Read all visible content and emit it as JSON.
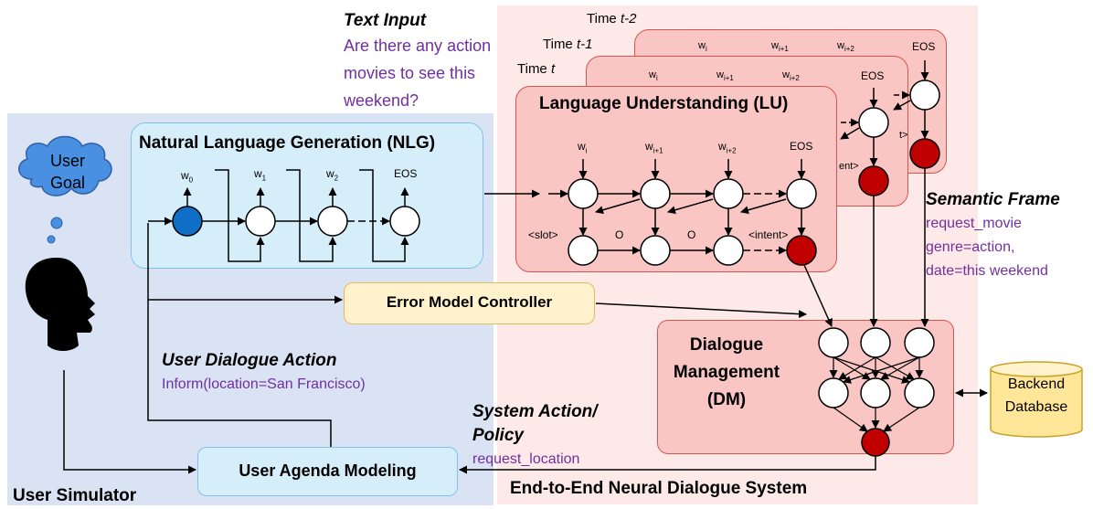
{
  "user_simulator": {
    "title": "User Simulator",
    "goal_bubble": "User Goal",
    "nlg_title": "Natural Language Generation (NLG)",
    "nlg_words": [
      "w",
      "w",
      "w",
      "EOS"
    ],
    "nlg_subscripts": [
      "0",
      "1",
      "2",
      ""
    ],
    "user_dialogue_action_title": "User Dialogue Action",
    "user_dialogue_action_value": "Inform(location=San Francisco)",
    "agenda_label": "User Agenda Modeling"
  },
  "error_model": {
    "label": "Error Model Controller"
  },
  "text_input": {
    "title": "Text Input",
    "lines": [
      "Are there any action",
      "movies to see this",
      "weekend?"
    ]
  },
  "system": {
    "title": "End-to-End Neural Dialogue System",
    "time_labels": [
      {
        "prefix": "Time ",
        "var": "t-2"
      },
      {
        "prefix": "Time ",
        "var": "t-1"
      },
      {
        "prefix": "Time ",
        "var": "t"
      }
    ],
    "lu_title": "Language Understanding (LU)",
    "lu_words": [
      "w",
      "w",
      "w",
      "EOS"
    ],
    "lu_subscripts": [
      "i",
      "i+1",
      "i+2",
      ""
    ],
    "lu_tags": [
      "<slot>",
      "O",
      "O",
      "<intent>"
    ],
    "back_frame_fragments": [
      "w",
      "w",
      "w",
      "EOS",
      "t>",
      "ent>"
    ],
    "back_frame_subscripts": [
      "i",
      "i+1",
      "i+2"
    ],
    "semantic_frame_title": "Semantic Frame",
    "semantic_frame_lines": [
      "request_movie",
      "genre=action,",
      "date=this weekend"
    ],
    "dm_title_lines": [
      "Dialogue",
      "Management",
      "(DM)"
    ],
    "system_action_title_lines": [
      "System Action/",
      "Policy"
    ],
    "system_action_value": "request_location",
    "backend_lines": [
      "Backend",
      "Database"
    ]
  },
  "colors": {
    "user_sim_bg": "#dae3f3",
    "nlg_bg": "#d6eefa",
    "system_bg": "#fde9e7",
    "lu_bg": "#f9c6c4",
    "error_bg": "#fff2cc",
    "backend_bg": "#ffe699",
    "accent_purple": "#7030a0",
    "node_blue": "#0f6fc6",
    "node_red": "#c00000"
  }
}
